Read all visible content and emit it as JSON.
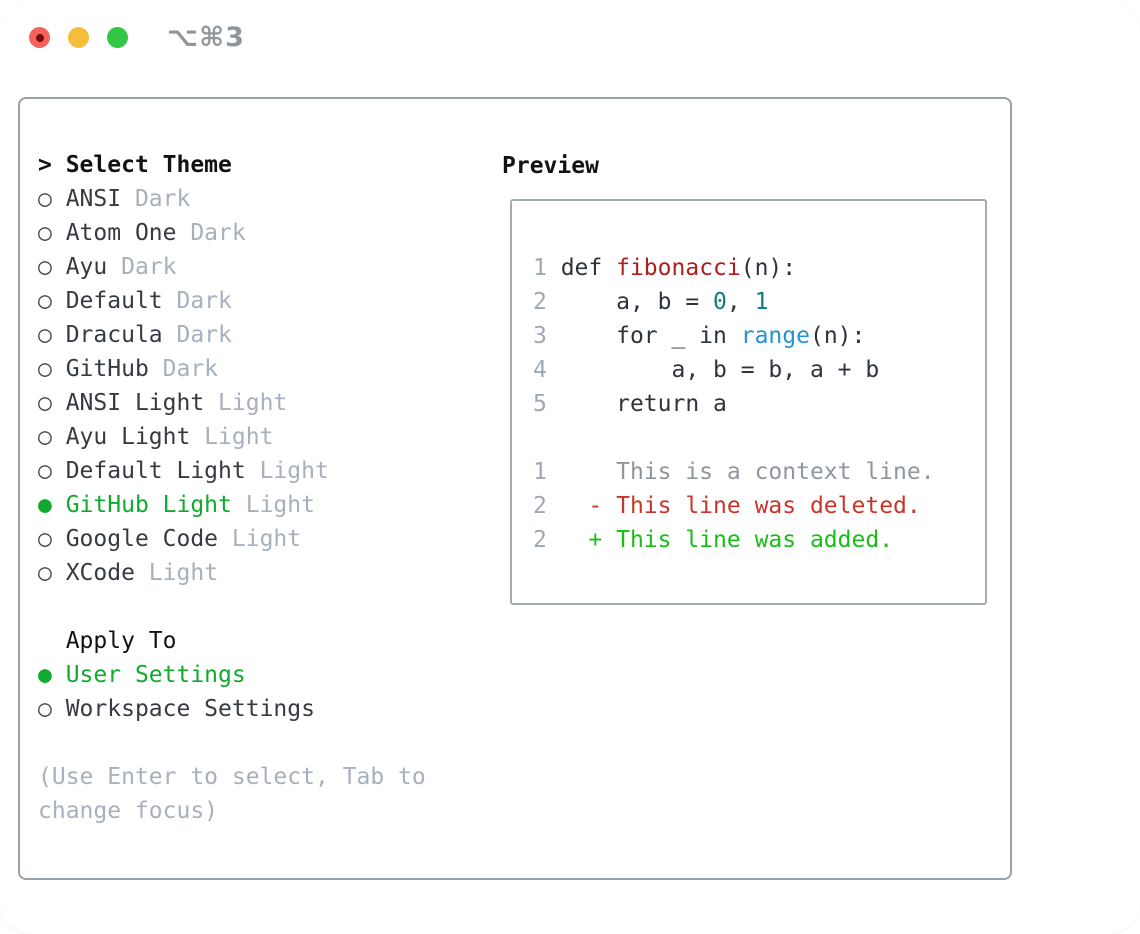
{
  "window": {
    "title": "⌥⌘3",
    "traffic_lights": [
      "close",
      "minimize",
      "zoom"
    ]
  },
  "icons": {
    "radio_unselected": "○",
    "radio_selected": "●"
  },
  "theme_panel": {
    "header": {
      "prefix": ">",
      "label": "Select Theme"
    },
    "themes": [
      {
        "name": "ANSI",
        "variant": "Dark",
        "selected": false
      },
      {
        "name": "Atom One",
        "variant": "Dark",
        "selected": false
      },
      {
        "name": "Ayu",
        "variant": "Dark",
        "selected": false
      },
      {
        "name": "Default",
        "variant": "Dark",
        "selected": false
      },
      {
        "name": "Dracula",
        "variant": "Dark",
        "selected": false
      },
      {
        "name": "GitHub",
        "variant": "Dark",
        "selected": false
      },
      {
        "name": "ANSI Light",
        "variant": "Light",
        "selected": false
      },
      {
        "name": "Ayu Light",
        "variant": "Light",
        "selected": false
      },
      {
        "name": "Default Light",
        "variant": "Light",
        "selected": false
      },
      {
        "name": "GitHub Light",
        "variant": "Light",
        "selected": true
      },
      {
        "name": "Google Code",
        "variant": "Light",
        "selected": false
      },
      {
        "name": "XCode",
        "variant": "Light",
        "selected": false
      }
    ],
    "apply_to": {
      "label": "Apply To",
      "options": [
        {
          "name": "User Settings",
          "selected": true
        },
        {
          "name": "Workspace Settings",
          "selected": false
        }
      ]
    },
    "help": [
      "(Use Enter to select, Tab to",
      "change focus)"
    ]
  },
  "preview": {
    "label": "Preview",
    "code_lines": [
      {
        "n": "1",
        "tokens": [
          {
            "t": " def ",
            "c": "p"
          },
          {
            "t": "fibonacci",
            "c": "fn"
          },
          {
            "t": "(n):",
            "c": "p"
          }
        ]
      },
      {
        "n": "2",
        "tokens": [
          {
            "t": "     a, b = ",
            "c": "p"
          },
          {
            "t": "0",
            "c": "nu"
          },
          {
            "t": ", ",
            "c": "p"
          },
          {
            "t": "1",
            "c": "nu"
          }
        ]
      },
      {
        "n": "3",
        "tokens": [
          {
            "t": "     for _ in ",
            "c": "p"
          },
          {
            "t": "range",
            "c": "bi"
          },
          {
            "t": "(n):",
            "c": "p"
          }
        ]
      },
      {
        "n": "4",
        "tokens": [
          {
            "t": "         a, b = b, a + b",
            "c": "p"
          }
        ]
      },
      {
        "n": "5",
        "tokens": [
          {
            "t": "     return a",
            "c": "p"
          }
        ]
      }
    ],
    "diff_lines": [
      {
        "n": "1",
        "tokens": [
          {
            "t": "     This is a context line.",
            "c": "ctx"
          }
        ]
      },
      {
        "n": "2",
        "tokens": [
          {
            "t": "   - This line was deleted.",
            "c": "del"
          }
        ]
      },
      {
        "n": "2",
        "tokens": [
          {
            "t": "   + This line was added.",
            "c": "add"
          }
        ]
      }
    ]
  },
  "colors": {
    "accent_green": "#10aa30",
    "added_green": "#19bd16",
    "deleted_red": "#c9352a",
    "function_red": "#ad1f1f",
    "number_teal": "#0c7e80",
    "builtin_blue": "#2095d2",
    "code_text": "#2e343b",
    "item_text": "#363b42",
    "header_text": "#101215",
    "muted_gray": "#a7b0bd",
    "line_number_gray": "#9fa8b5",
    "context_gray": "#8e969e",
    "radio_gray": "#44484e",
    "panel_border": "#99a1ab",
    "preview_border": "#a3abb4",
    "title_gray": "#8f969c",
    "traffic_red": "#f4625c",
    "traffic_red_dot": "#7a0a04",
    "traffic_yellow": "#f6bd3a",
    "traffic_green": "#33c544"
  }
}
